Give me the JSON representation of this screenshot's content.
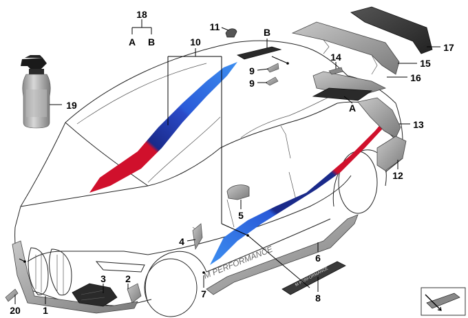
{
  "diagram": {
    "callouts": {
      "c1": "1",
      "c2": "2",
      "c3": "3",
      "c4": "4",
      "c5": "5",
      "c6": "6",
      "c7": "7",
      "c8": "8",
      "c9a": "9",
      "c9b": "9",
      "c10": "10",
      "c11": "11",
      "c12": "12",
      "c13": "13",
      "c14": "14",
      "c15": "15",
      "c16": "16",
      "c17": "17",
      "c18": "18",
      "c19": "19",
      "c20": "20",
      "cA1": "A",
      "cB1": "B",
      "cA2": "A",
      "cB2": "B"
    },
    "text": {
      "sill_logo": "M PERFORMANCE",
      "plaque_logo": "M PERFORMANCE"
    },
    "colors": {
      "stripe_red": "#d0102c",
      "stripe_dark_blue": "#1a2a8a",
      "stripe_blue": "#2a5ad8",
      "stripe_light_blue": "#3c8ef0",
      "carbon": "#3a3a3a",
      "part_grey": "#9a9a9a"
    },
    "icons": {
      "spray_bottle": "spray-bottle-icon",
      "view_direction": "view-direction-icon"
    }
  }
}
